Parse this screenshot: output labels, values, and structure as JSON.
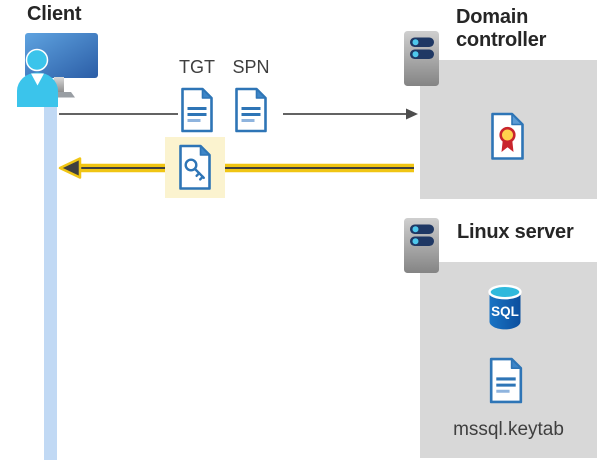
{
  "client": {
    "label": "Client"
  },
  "tickets": {
    "tgt": "TGT",
    "spn": "SPN"
  },
  "domain_controller": {
    "label": "Domain controller"
  },
  "linux_server": {
    "label": "Linux server",
    "sql_label": "SQL",
    "keytab_file": "mssql.keytab"
  },
  "arrows": {
    "request": {
      "direction": "client-to-domain-controller",
      "style": "thin-gray"
    },
    "response": {
      "direction": "domain-controller-to-client",
      "style": "bold-yellow-highlighted"
    }
  },
  "icons": {
    "client": "user-computer-icon",
    "domain_controller": "server-icon",
    "linux_server": "server-icon",
    "tgt": "document-icon",
    "spn": "document-icon",
    "service_ticket": "key-document-icon",
    "certificate": "certificate-document-icon",
    "database": "sql-database-icon",
    "keytab": "document-icon"
  },
  "colors": {
    "accent-blue": "#2E75B6",
    "fold-blue": "#3E86C8",
    "line-light-blue": "#8FB4DE",
    "box-gray": "#D8D8D8",
    "highlight-yellow": "#FBF3CF",
    "arrow-yellow": "#F0C514",
    "arrow-dark": "#3F3F3F",
    "request-gray": "#4D4D4D",
    "lifeline-blue": "#C1D9F4",
    "server-navy": "#1F3864",
    "server-dot": "#4FC8EC",
    "person-cyan": "#3BC4EB",
    "sql-cyan": "#2FB9DC",
    "cert-red": "#C9252C",
    "cert-gold": "#FFD34D",
    "cert-fold": "#5B9BD5",
    "text-dark": "#262626",
    "text-gray": "#3F3F3F"
  }
}
